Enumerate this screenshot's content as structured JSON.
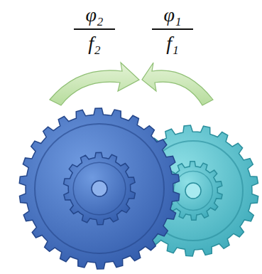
{
  "diagram": {
    "labels": [
      "φ₂",
      "f₂",
      "φ₁",
      "f₁"
    ]
  }
}
